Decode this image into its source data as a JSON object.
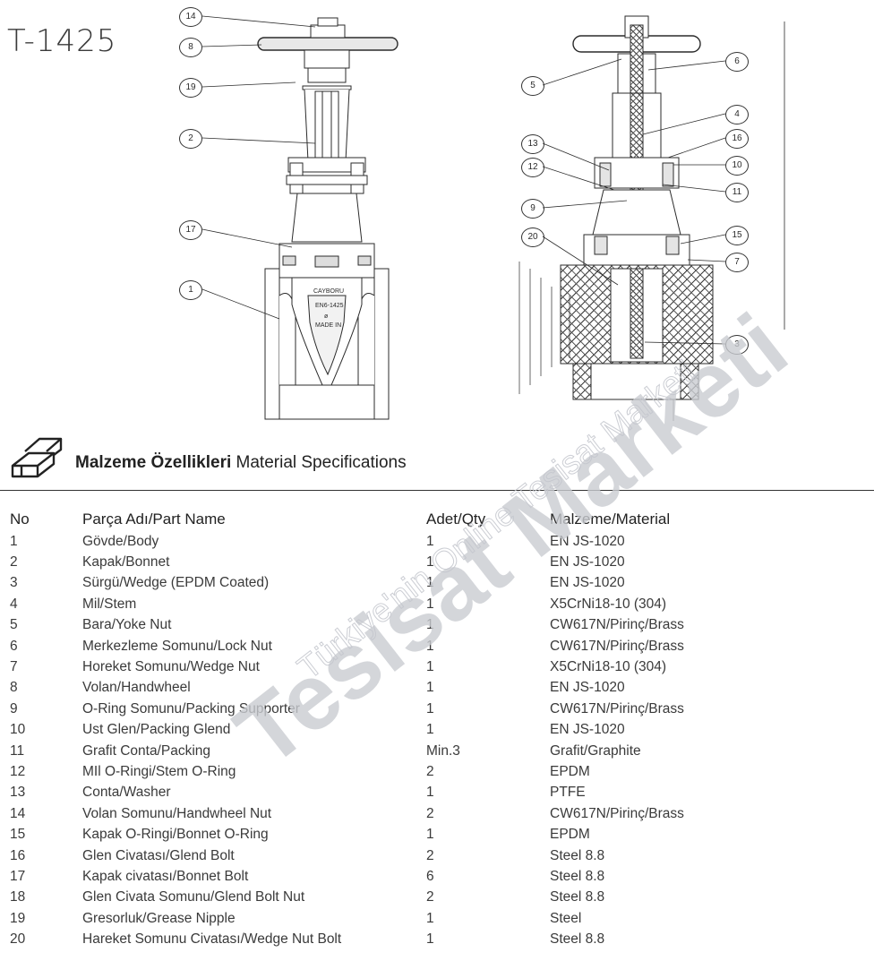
{
  "model_code": "T-1425",
  "drawing": {
    "left_callouts": [
      "14",
      "8",
      "19",
      "2",
      "17",
      "1"
    ],
    "right_callouts_left": [
      "5",
      "13",
      "12",
      "9",
      "20"
    ],
    "right_callouts_right": [
      "6",
      "4",
      "16",
      "10",
      "11",
      "15",
      "7",
      "3"
    ],
    "body_markings": [
      "CAYBORU",
      "EN6-1425",
      "ø",
      "MADE IN"
    ]
  },
  "spec_header": {
    "title_tr": "Malzeme Özellikleri",
    "title_en": "Material Specifications"
  },
  "table": {
    "headers": {
      "no": "No",
      "part": "Parça Adı/Part Name",
      "qty": "Adet/Qty",
      "material": "Malzeme/Material"
    },
    "rows": [
      {
        "no": "1",
        "part": "Gövde/Body",
        "qty": "1",
        "material": "EN JS-1020"
      },
      {
        "no": "2",
        "part": "Kapak/Bonnet",
        "qty": "1",
        "material": "EN JS-1020"
      },
      {
        "no": "3",
        "part": "Sürgü/Wedge (EPDM Coated)",
        "qty": "1",
        "material": "EN JS-1020"
      },
      {
        "no": "4",
        "part": "Mil/Stem",
        "qty": "1",
        "material": "X5CrNi18-10 (304)"
      },
      {
        "no": "5",
        "part": "Bara/Yoke Nut",
        "qty": "1",
        "material": "CW617N/Pirinç/Brass"
      },
      {
        "no": "6",
        "part": "Merkezleme Somunu/Lock Nut",
        "qty": "1",
        "material": "CW617N/Pirinç/Brass"
      },
      {
        "no": "7",
        "part": "Horeket Somunu/Wedge Nut",
        "qty": "1",
        "material": "X5CrNi18-10 (304)"
      },
      {
        "no": "8",
        "part": "Volan/Handwheel",
        "qty": "1",
        "material": "EN JS-1020"
      },
      {
        "no": "9",
        "part": "O-Ring Somunu/Packing Supporter",
        "qty": "1",
        "material": "CW617N/Pirinç/Brass"
      },
      {
        "no": "10",
        "part": "Ust Glen/Packing Glend",
        "qty": "1",
        "material": "EN JS-1020"
      },
      {
        "no": "11",
        "part": "Grafit Conta/Packing",
        "qty": "Min.3",
        "material": "Grafit/Graphite"
      },
      {
        "no": "12",
        "part": "MIl O-Ringi/Stem O-Ring",
        "qty": "2",
        "material": "EPDM"
      },
      {
        "no": "13",
        "part": "Conta/Washer",
        "qty": "1",
        "material": "PTFE"
      },
      {
        "no": "14",
        "part": "Volan Somunu/Handwheel Nut",
        "qty": "2",
        "material": "CW617N/Pirinç/Brass"
      },
      {
        "no": "15",
        "part": "Kapak O-Ringi/Bonnet O-Ring",
        "qty": "1",
        "material": "EPDM"
      },
      {
        "no": "16",
        "part": "Glen Civatası/Glend Bolt",
        "qty": "2",
        "material": "Steel 8.8"
      },
      {
        "no": "17",
        "part": "Kapak civatası/Bonnet Bolt",
        "qty": "6",
        "material": "Steel 8.8"
      },
      {
        "no": "18",
        "part": "Glen Civata Somunu/Glend Bolt Nut",
        "qty": "2",
        "material": "Steel 8.8"
      },
      {
        "no": "19",
        "part": "Gresorluk/Grease Nipple",
        "qty": "1",
        "material": "Steel"
      },
      {
        "no": "20",
        "part": "Hareket Somunu Civatası/Wedge Nut Bolt",
        "qty": "1",
        "material": "Steel 8.8"
      }
    ]
  },
  "watermark": {
    "brand": "Tesisat Marketi",
    "slogan": "Türkiye'nin Online Tesisat Marketi"
  },
  "colors": {
    "line": "#2b2b2b",
    "watermark": "#c9ccd1",
    "text": "#2a2a2a"
  }
}
